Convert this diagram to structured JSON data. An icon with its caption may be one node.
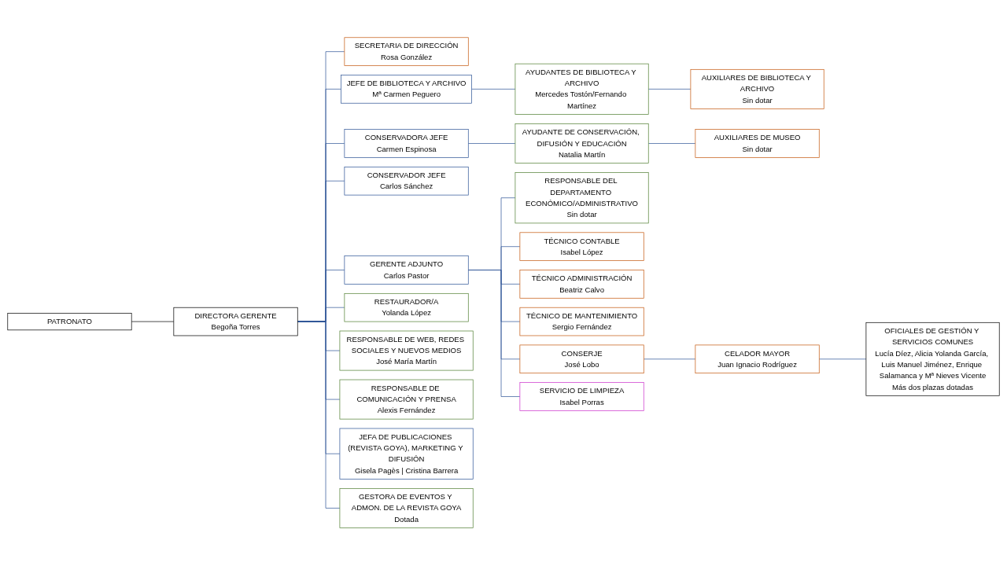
{
  "diagram": {
    "nodes": [
      {
        "text": [
          "PATRONATO"
        ]
      },
      {
        "text": [
          "DIRECTORA GERENTE",
          "Begoña Torres"
        ]
      },
      {
        "text": [
          "SECRETARIA DE DIRECCIÓN",
          "Rosa González"
        ]
      },
      {
        "text": [
          "JEFE DE BIBLIOTECA Y ARCHIVO",
          "Mª Carmen Peguero"
        ]
      },
      {
        "text": [
          "CONSERVADORA JEFE",
          "Carmen Espinosa"
        ]
      },
      {
        "text": [
          "CONSERVADOR JEFE",
          "Carlos Sánchez"
        ]
      },
      {
        "text": [
          "GERENTE ADJUNTO",
          "Carlos Pastor"
        ]
      },
      {
        "text": [
          "RESTAURADOR/A",
          "Yolanda López"
        ]
      },
      {
        "text": [
          "RESPONSABLE DE WEB, REDES SOCIALES Y NUEVOS MEDIOS",
          "José María Martín"
        ]
      },
      {
        "text": [
          "RESPONSABLE DE COMUNICACIÓN Y PRENSA",
          "Alexis Fernández"
        ]
      },
      {
        "text": [
          "JEFA DE PUBLICACIONES (REVISTA GOYA), MARKETING Y DIFUSIÓN",
          "Gisela Pagès | Cristina Barrera"
        ]
      },
      {
        "text": [
          "GESTORA DE EVENTOS Y ADMON. DE LA REVISTA GOYA",
          "Dotada"
        ]
      },
      {
        "text": [
          "AYUDANTES DE BIBLIOTECA Y ARCHIVO",
          "Mercedes Tostón/Fernando Martínez"
        ]
      },
      {
        "text": [
          "AYUDANTE DE CONSERVACIÓN, DIFUSIÓN Y EDUCACIÓN",
          "Natalia Martín"
        ]
      },
      {
        "text": [
          "RESPONSABLE DEL DEPARTAMENTO ECONÓMICO/ADMINISTRATIVO",
          "Sin dotar"
        ]
      },
      {
        "text": [
          "TÉCNICO CONTABLE",
          "Isabel López"
        ]
      },
      {
        "text": [
          "TÉCNICO ADMINISTRACIÓN",
          "Beatriz Calvo"
        ]
      },
      {
        "text": [
          "TÉCNICO DE MANTENIMIENTO",
          "Sergio Fernández"
        ]
      },
      {
        "text": [
          "CONSERJE",
          "José Lobo"
        ]
      },
      {
        "text": [
          "SERVICIO DE LIMPIEZA",
          "Isabel Porras"
        ]
      },
      {
        "text": [
          "AUXILIARES DE BIBLIOTECA Y ARCHIVO",
          "Sin dotar"
        ]
      },
      {
        "text": [
          "AUXILIARES DE MUSEO",
          "Sin dotar"
        ]
      },
      {
        "text": [
          "CELADOR MAYOR",
          "Juan Ignacio Rodríguez"
        ]
      },
      {
        "text": [
          "OFICIALES DE GESTIÓN Y SERVICIOS COMUNES",
          "Lucía Díez, Alicia Yolanda García, Luis Manuel Jiménez, Enrique Salamanca y Mª Nieves Vicente",
          "Más dos plazas dotadas"
        ]
      }
    ],
    "edges": [
      {
        "from": 0,
        "to": 1,
        "arrow": "none",
        "color": "#000000"
      },
      {
        "from": 1,
        "to": 2,
        "arrow": "none"
      },
      {
        "from": 1,
        "to": 3,
        "arrow": "none"
      },
      {
        "from": 1,
        "to": 4,
        "arrow": "none"
      },
      {
        "from": 1,
        "to": 5,
        "arrow": "none"
      },
      {
        "from": 1,
        "to": 6,
        "arrow": "none"
      },
      {
        "from": 1,
        "to": 7,
        "arrow": "none"
      },
      {
        "from": 1,
        "to": 8,
        "arrow": "none"
      },
      {
        "from": 1,
        "to": 9,
        "arrow": "none"
      },
      {
        "from": 1,
        "to": 10,
        "arrow": "none"
      },
      {
        "from": 1,
        "to": 11,
        "arrow": "none"
      },
      {
        "from": 3,
        "to": 12,
        "arrow": "none"
      },
      {
        "from": 4,
        "to": 13,
        "arrow": "none"
      },
      {
        "from": 6,
        "to": 14,
        "arrow": "none"
      },
      {
        "from": 6,
        "to": 15,
        "arrow": "none"
      },
      {
        "from": 6,
        "to": 16,
        "arrow": "none"
      },
      {
        "from": 6,
        "to": 17,
        "arrow": "none"
      },
      {
        "from": 6,
        "to": 18,
        "arrow": "none"
      },
      {
        "from": 6,
        "to": 19,
        "arrow": "none"
      },
      {
        "from": 12,
        "to": 20,
        "arrow": "none"
      },
      {
        "from": 13,
        "to": 21,
        "arrow": "none"
      },
      {
        "from": 18,
        "to": 22,
        "arrow": "none"
      },
      {
        "from": 22,
        "to": 23,
        "arrow": "none"
      }
    ]
  }
}
